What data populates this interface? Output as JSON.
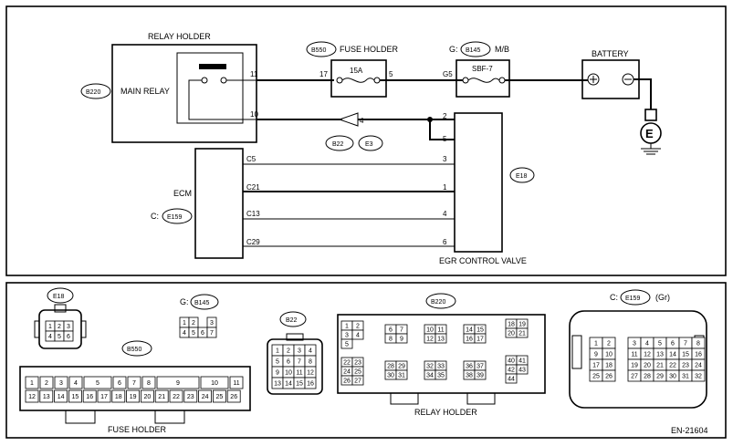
{
  "relay_holder": {
    "title": "RELAY HOLDER",
    "code": "B220",
    "label": "MAIN RELAY",
    "pin_11": "11",
    "pin_10": "10"
  },
  "fuse_holder": {
    "code": "B550",
    "title": "FUSE HOLDER",
    "pin_17": "17",
    "rating": "15A",
    "pin_5": "5"
  },
  "mb": {
    "prefix": "G:",
    "code": "B145",
    "title": "M/B",
    "pin_g5": "G5",
    "fuse": "SBF-7"
  },
  "battery": {
    "title": "BATTERY",
    "plus": "+",
    "minus": "−"
  },
  "ground": {
    "symbol": "E"
  },
  "joint": {
    "code1": "B22",
    "code2": "E3",
    "pin": "4"
  },
  "ecm": {
    "title": "ECM",
    "prefix": "C:",
    "code": "E159",
    "pins": [
      "C5",
      "C21",
      "C13",
      "C29"
    ]
  },
  "egr": {
    "code": "E18",
    "title": "EGR CONTROL VALVE",
    "pins": [
      "2",
      "5",
      "3",
      "1",
      "4",
      "6"
    ]
  },
  "connectors": {
    "e18": {
      "code": "E18",
      "rows": [
        [
          "1",
          "2",
          "3"
        ],
        [
          "4",
          "5",
          "6"
        ]
      ]
    },
    "b145": {
      "prefix": "G:",
      "code": "B145",
      "rows": [
        [
          "1",
          "2",
          "",
          "3"
        ],
        [
          "4",
          "5",
          "6",
          "7"
        ]
      ]
    },
    "b22": {
      "code": "B22",
      "rows": [
        [
          "1",
          "2",
          "3",
          "4"
        ],
        [
          "5",
          "6",
          "7",
          "8"
        ],
        [
          "9",
          "10",
          "11",
          "12"
        ],
        [
          "13",
          "14",
          "15",
          "16"
        ]
      ]
    },
    "b550": {
      "code": "B550",
      "title": "FUSE HOLDER",
      "top": [
        "1",
        "2",
        "3",
        "4",
        "5",
        "6",
        "7",
        "8",
        "9",
        "10",
        "11"
      ],
      "bottom": [
        "12",
        "13",
        "14",
        "15",
        "16",
        "17",
        "18",
        "19",
        "20",
        "21",
        "22",
        "23",
        "24",
        "25",
        "26"
      ]
    },
    "b220": {
      "code": "B220",
      "title": "RELAY HOLDER",
      "groups": [
        [
          "1",
          "2",
          "3",
          "4",
          "5"
        ],
        [
          "6",
          "7",
          "8",
          "9"
        ],
        [
          "10",
          "11",
          "12",
          "13"
        ],
        [
          "14",
          "15",
          "16",
          "17"
        ],
        [
          "18",
          "19",
          "20",
          "21"
        ],
        [
          "22",
          "23",
          "24",
          "25",
          "26",
          "27"
        ],
        [
          "28",
          "29",
          "30",
          "31"
        ],
        [
          "32",
          "33",
          "34",
          "35"
        ],
        [
          "36",
          "37",
          "38",
          "39"
        ],
        [
          "40",
          "41",
          "42",
          "43",
          "44"
        ]
      ]
    },
    "e159": {
      "prefix": "C:",
      "code": "E159",
      "suffix": "(Gr)",
      "rows": [
        [
          "1",
          "2",
          "",
          "3",
          "4",
          "5",
          "6",
          "7",
          "8"
        ],
        [
          "9",
          "10",
          "",
          "11",
          "12",
          "13",
          "14",
          "15",
          "16"
        ],
        [
          "17",
          "18",
          "",
          "19",
          "20",
          "21",
          "22",
          "23",
          "24"
        ],
        [
          "25",
          "26",
          "",
          "27",
          "28",
          "29",
          "30",
          "31",
          "32"
        ]
      ]
    }
  },
  "figure_id": "EN-21604"
}
